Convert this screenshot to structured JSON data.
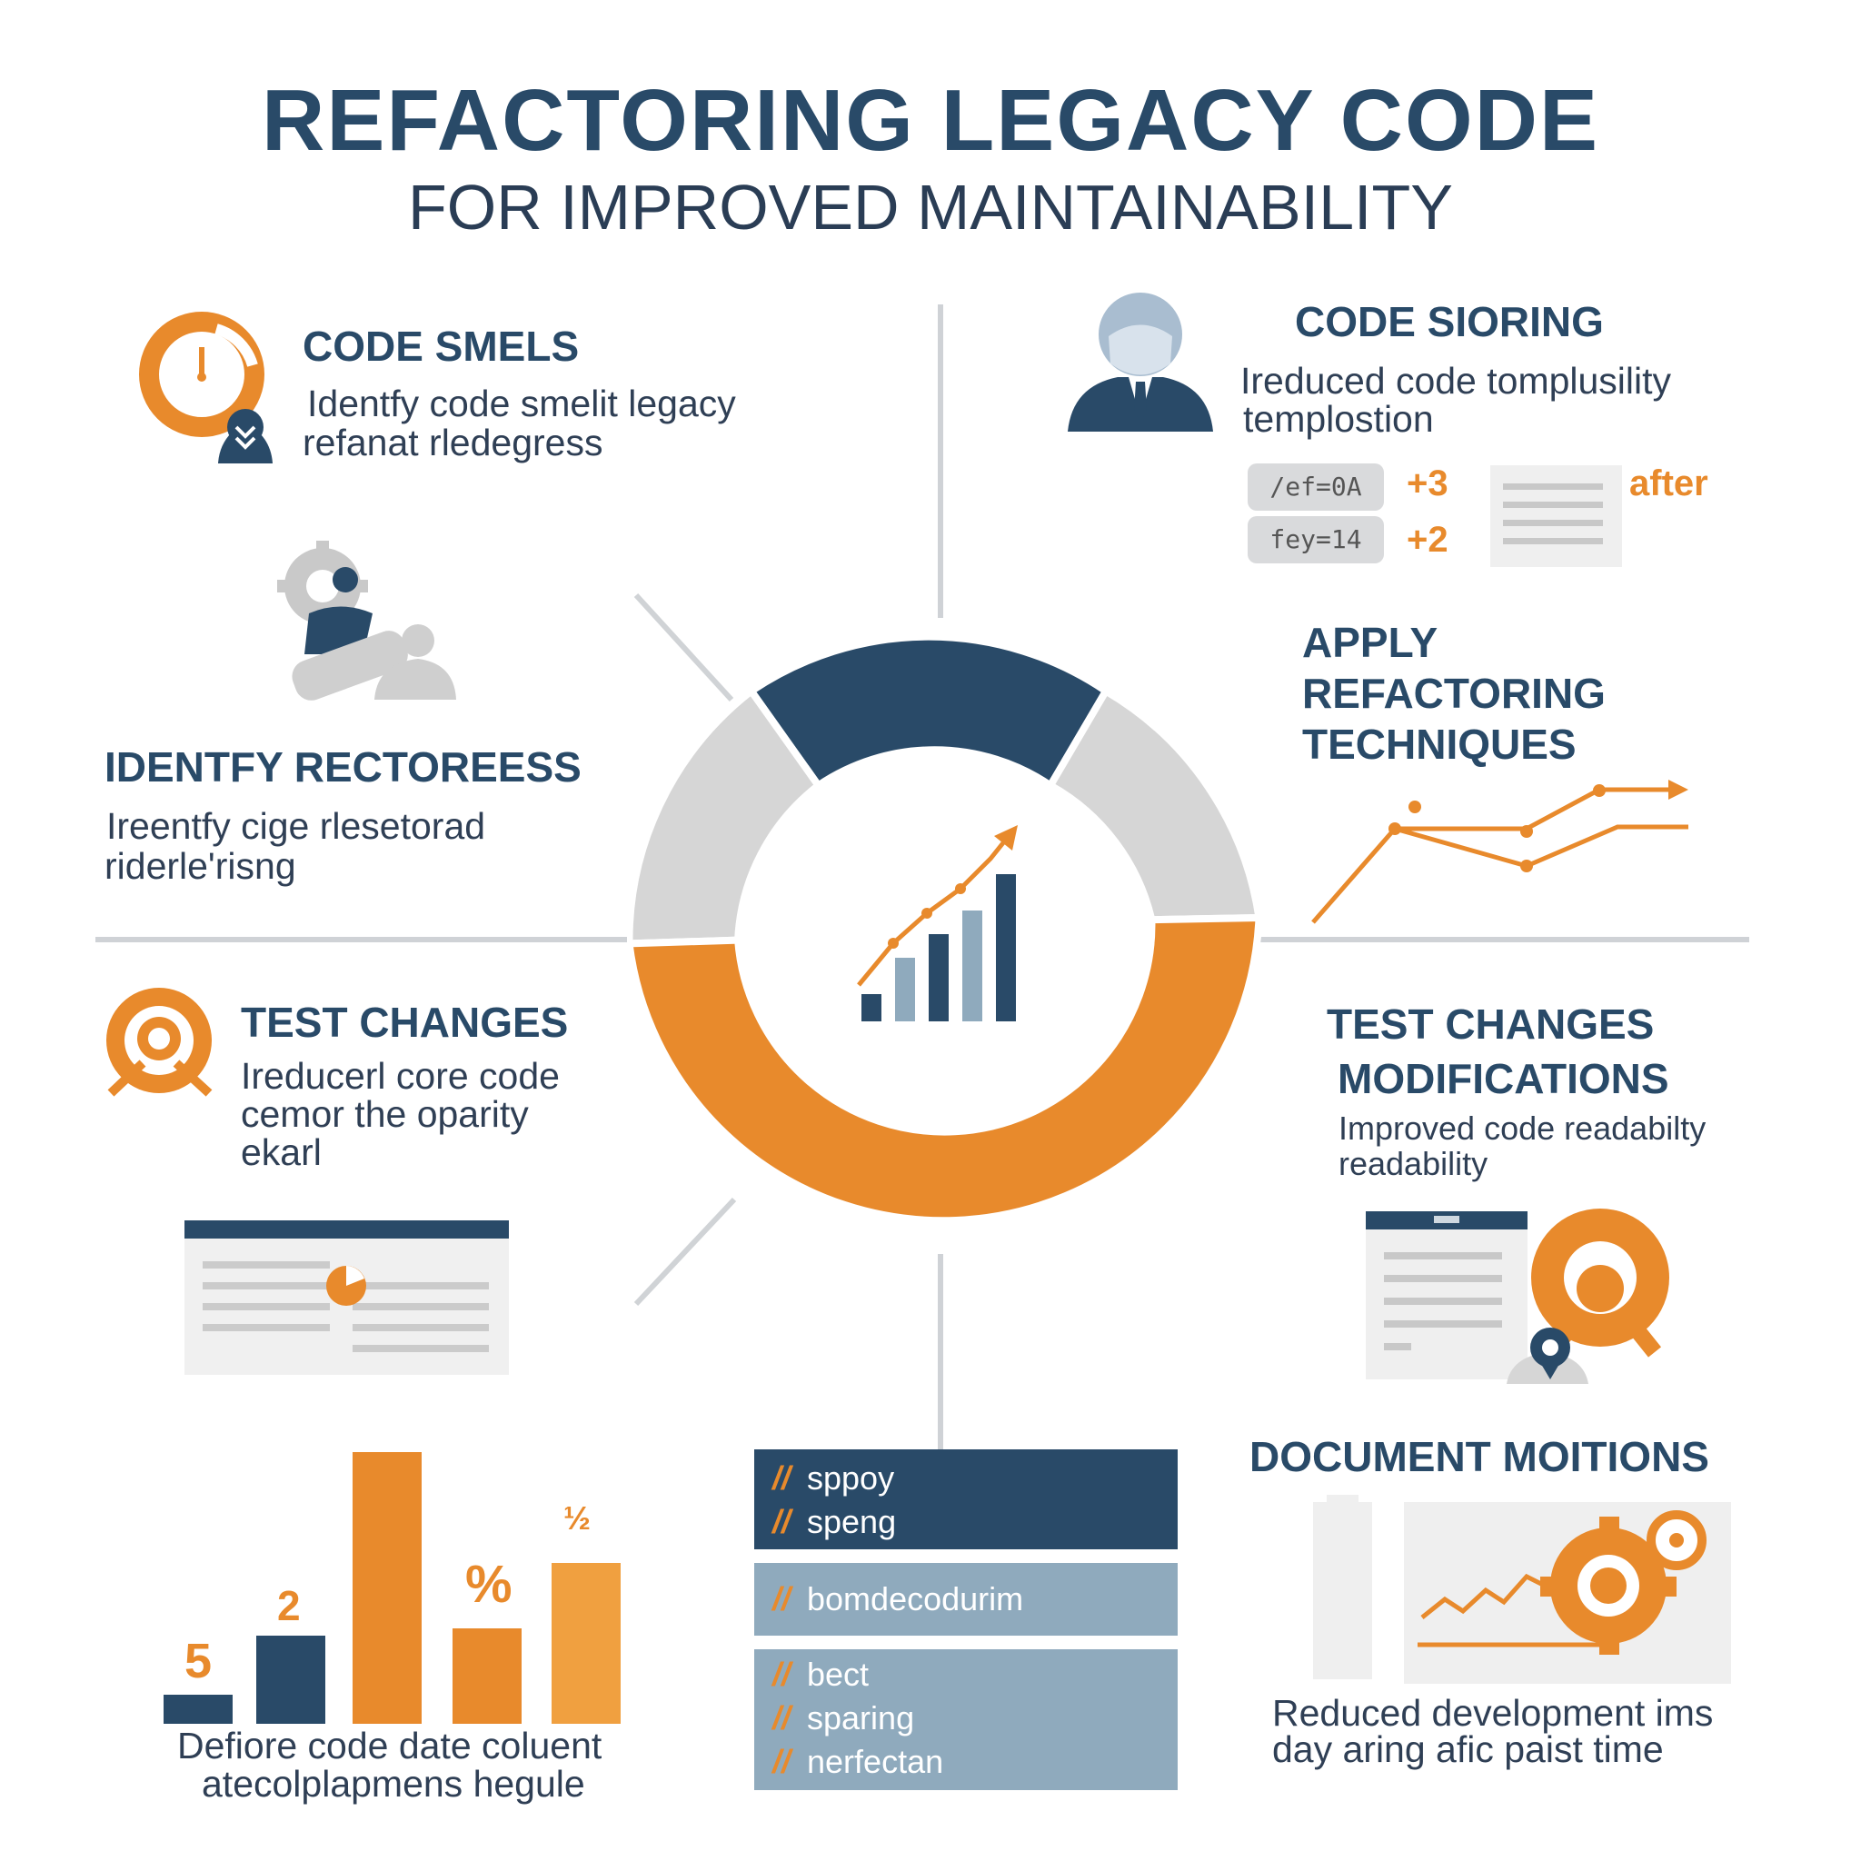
{
  "header": {
    "title": "REFACTORING LEGACY CODE",
    "subtitle": "FOR IMPROVED MAINTAINABILITY"
  },
  "sections": {
    "code_smells": {
      "heading": "CODE SMELS",
      "text_line1": "Identfy code smelit legacy",
      "text_line2": "refanat rledegress"
    },
    "code_scoring": {
      "heading": "CODE SIORING",
      "text_line1": "Ireduced code tomplusility",
      "text_line2": "templostion",
      "chips": [
        "/ef=0A",
        "fey=14"
      ],
      "deltas": [
        "+3",
        "+2"
      ],
      "after_label": "after"
    },
    "identify": {
      "heading": "IDENTFY RECTOREESS",
      "text_line1": "Ireentfy cige rlesetorad",
      "text_line2": "riderle'risng"
    },
    "apply": {
      "heading_line1": "APPLY",
      "heading_line2": "REFACTORING",
      "heading_line3": "TECHNIQUES"
    },
    "test_changes": {
      "heading": "TEST CHANGES",
      "text_line1": "Ireducerl core code",
      "text_line2": "cemor the oparity",
      "text_line3": "ekarl"
    },
    "test_mods": {
      "heading_line1": "TEST CHANGES",
      "heading_line2": "MODIFICATIONS",
      "text_line1": "Improved code readabilty",
      "text_line2": "readability"
    },
    "document": {
      "heading": "DOCUMENT MOITIONS",
      "text_line1": "Reduced development ims",
      "text_line2": "day aring afic paist time"
    },
    "bars": {
      "labels": [
        "5",
        "2",
        "%",
        "½"
      ],
      "caption_line1": "Defiore code date coluent",
      "caption_line2": "atecolplapmens hegule"
    },
    "code_block": {
      "group1": [
        "sppoy",
        "speng"
      ],
      "group2": [
        "bomdecodurim"
      ],
      "group3": [
        "bect",
        "sparing",
        "nerfectan"
      ],
      "comment_marker": "//"
    }
  },
  "colors": {
    "navy": "#294a68",
    "orange": "#e88a2c",
    "light_gray": "#d4d4d4",
    "steel_blue": "#8faabd"
  }
}
